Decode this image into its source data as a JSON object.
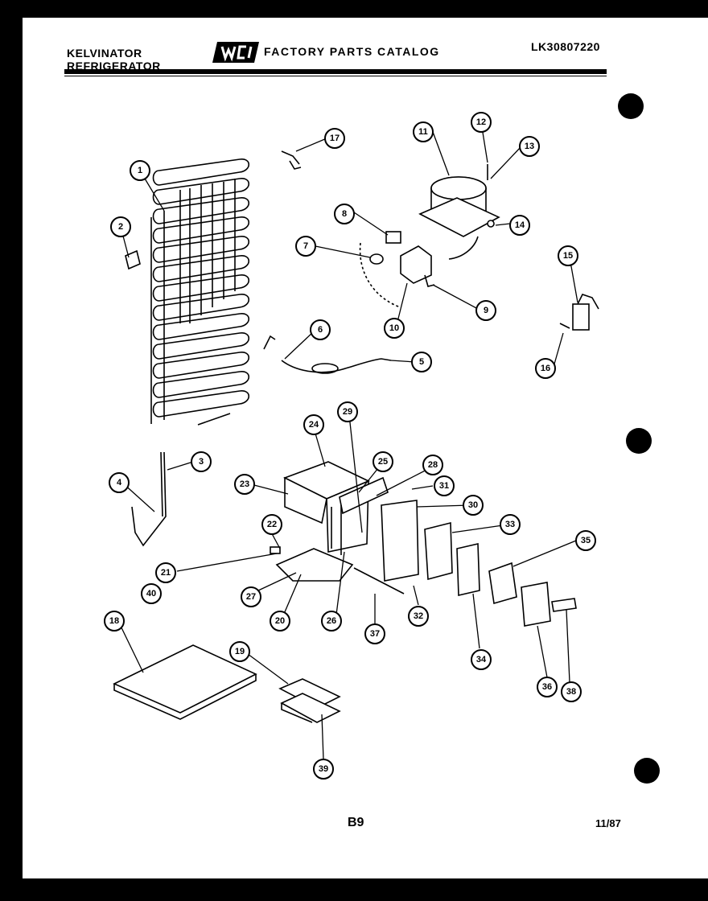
{
  "header": {
    "brand_line1": "KELVINATOR",
    "brand_line2": "REFRIGERATOR",
    "catalog_title": "FACTORY PARTS CATALOG",
    "model_code": "LK30807220"
  },
  "footer": {
    "page_number": "B9",
    "date": "11/87"
  },
  "callouts": [
    "1",
    "2",
    "3",
    "4",
    "5",
    "6",
    "7",
    "8",
    "9",
    "10",
    "11",
    "12",
    "13",
    "14",
    "15",
    "16",
    "17",
    "18",
    "19",
    "20",
    "21",
    "22",
    "23",
    "24",
    "25",
    "26",
    "27",
    "28",
    "29",
    "30",
    "31",
    "32",
    "33",
    "34",
    "35",
    "36",
    "37",
    "38",
    "39",
    "40"
  ]
}
